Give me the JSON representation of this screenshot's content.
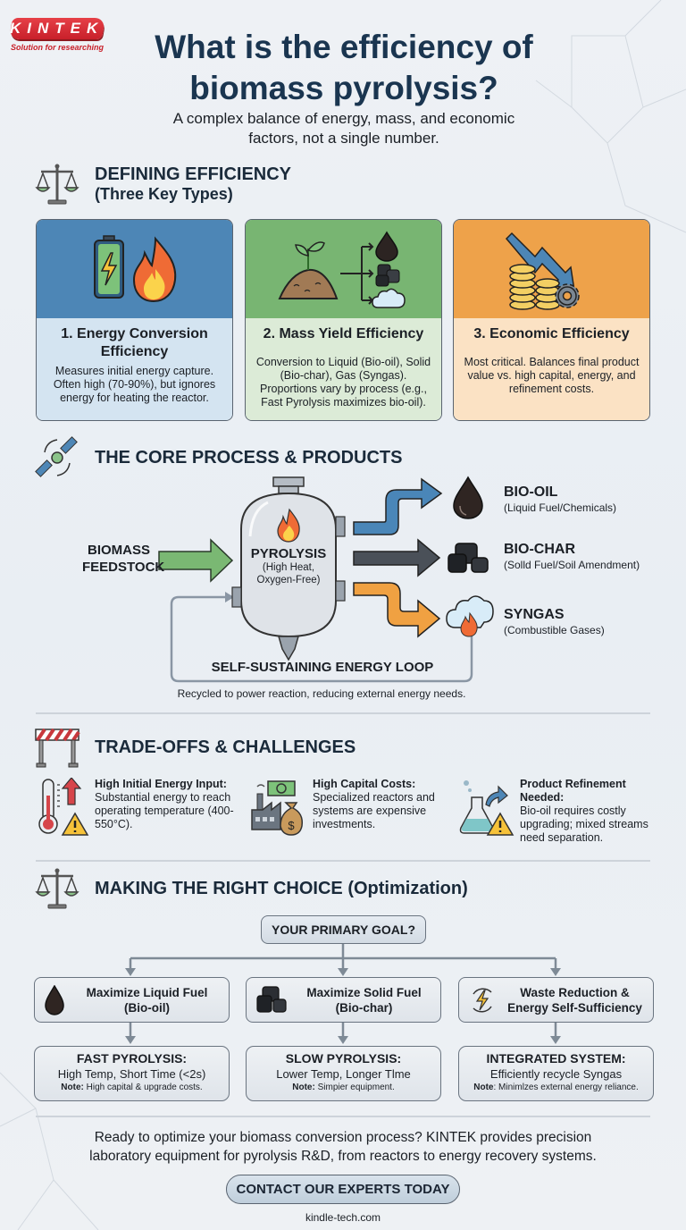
{
  "brand": {
    "logo_text": "KINTEK",
    "tagline": "Solution for researching",
    "colors": {
      "red": "#c8202a",
      "navy": "#1a3550"
    }
  },
  "header": {
    "title_line1": "What is the efficiency of",
    "title_line2": "biomass pyrolysis?",
    "subtitle_line1": "A complex balance of energy, mass, and economic",
    "subtitle_line2": "factors, not a single number."
  },
  "defining": {
    "icon": "scale-icon",
    "title": "DEFINING EFFICIENCY",
    "subtitle": "(Three Key Types)",
    "cards": [
      {
        "icons": [
          "battery-bolt-icon",
          "flame-icon"
        ],
        "title_line1": "1. Energy Conversion",
        "title_line2": "Efficiency",
        "desc": "Measures initial energy capture. Often high (70-90%), but ignores energy for heating the reactor.",
        "color": "#4d86b6"
      },
      {
        "icons": [
          "biomass-pile-icon",
          "branch-arrows-icon",
          "oil-drop-icon",
          "char-icon",
          "cloud-icon"
        ],
        "title_line1": "2. Mass Yield Efficiency",
        "desc": "Conversion to Liquid (Bio-oil), Solid (Bio-char), Gas (Syngas). Proportions vary by process (e.g., Fast Pyrolysis maximizes bio-oil).",
        "color": "#78b572"
      },
      {
        "icons": [
          "coins-icon",
          "down-trend-arrow-icon",
          "gear-icon"
        ],
        "title_line1": "3. Economic Efficiency",
        "desc": "Most critical. Balances final product value vs. high capital, energy, and refinement costs.",
        "color": "#eea24a"
      }
    ]
  },
  "process": {
    "icon": "satellite-cycle-icon",
    "title": "THE CORE PROCESS & PRODUCTS",
    "input_line1": "BIOMASS",
    "input_line2": "FEEDSTOCK",
    "reactor_title": "PYROLYSIS",
    "reactor_sub1": "(High Heat,",
    "reactor_sub2": "Oxygen-Free)",
    "products": [
      {
        "name": "BIO-OIL",
        "desc": "(Liquid Fuel/Chemicals)",
        "icon": "oil-drop-icon",
        "arrow_color": "#4a86b8"
      },
      {
        "name": "BIO-CHAR",
        "desc": "(Solld Fuel/Soil Amendment)",
        "icon": "char-icon",
        "arrow_color": "#4a5058"
      },
      {
        "name": "SYNGAS",
        "desc": "(Combustible Gases)",
        "icon": "cloud-flame-icon",
        "arrow_color": "#f0a142"
      }
    ],
    "loop_title": "SELF-SUSTAINING ENERGY LOOP",
    "loop_desc": "Recycled to power reaction, reducing external energy needs."
  },
  "tradeoffs": {
    "icon": "barrier-icon",
    "title": "TRADE-OFFS & CHALLENGES",
    "items": [
      {
        "icon": "thermometer-warning-icon",
        "title": "High Initial Energy Input:",
        "desc": "Substantial energy to reach operating temperature (400-550°C)."
      },
      {
        "icon": "factory-money-icon",
        "title": "High Capital Costs:",
        "desc": "Specialized reactors and systems are expensive investments."
      },
      {
        "icon": "flask-warning-icon",
        "title": "Product Refinement Needed:",
        "desc": "Bio-oil requires costly upgrading; mixed streams need separation."
      }
    ]
  },
  "choice": {
    "icon": "scale-icon",
    "title": "MAKING THE RIGHT CHOICE (Optimization)",
    "goal": "YOUR PRIMARY GOAL?",
    "options": [
      {
        "icon": "oil-drop-icon",
        "label_line1": "Maximize Liquid Fuel",
        "label_line2": "(Bio-oil)",
        "result_title": "FAST PYROLYSIS:",
        "result_desc": "High Temp, Short Time (<2s)",
        "note_label": "Note:",
        "note": " High capital & upgrade costs."
      },
      {
        "icon": "char-icon",
        "label_line1": "Maximize Solid Fuel",
        "label_line2": "(Bio-char)",
        "result_title": "SLOW PYROLYSIS:",
        "result_desc": "Lower Temp, Longer Tlme",
        "note_label": "Note:",
        "note": " Simpier equipment."
      },
      {
        "icon": "cycle-bolt-icon",
        "label_line1": "Waste Reduction &",
        "label_line2": "Energy Self-Sufficiency",
        "result_title": "INTEGRATED SYSTEM:",
        "result_desc": "Efficiently recycle Syngas",
        "note_label": "Note",
        "note": ": Minimlzes external energy reliance."
      }
    ]
  },
  "footer": {
    "cta_line1": "Ready to optimize your biomass conversion process? KINTEK provides precision",
    "cta_line2": "laboratory equipment for pyrolysis R&D, from reactors to energy recovery systems.",
    "button": "CONTACT OUR EXPERTS TODAY",
    "website": "kindle-tech.com"
  }
}
